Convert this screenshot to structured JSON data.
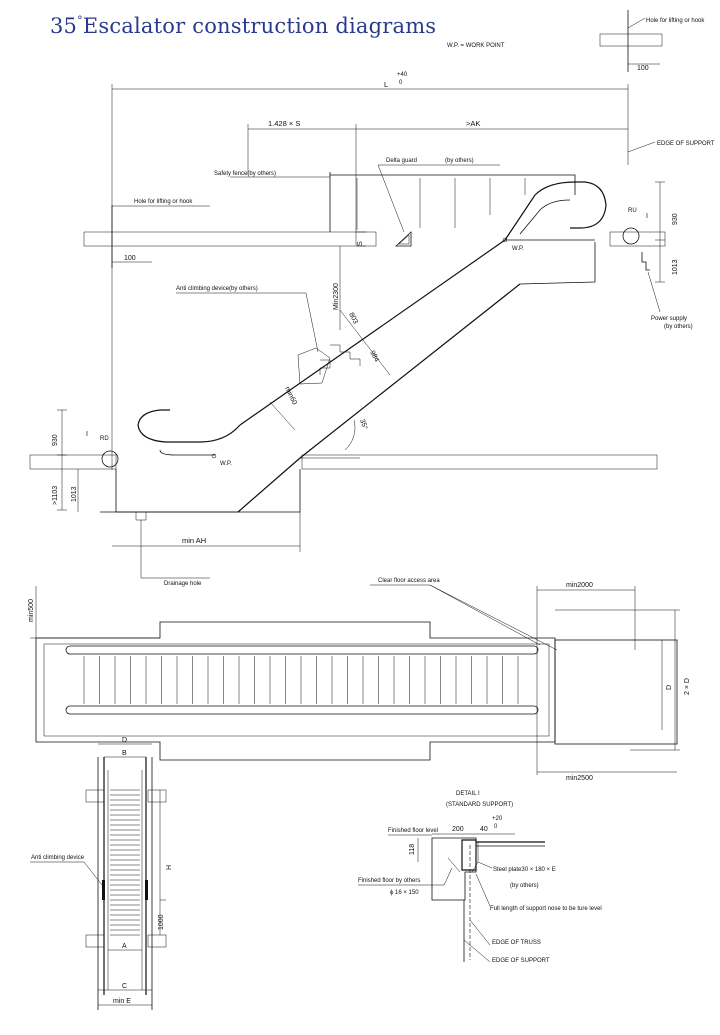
{
  "title": {
    "number": "35",
    "degree": "°",
    "text": "Escalator construction diagrams"
  },
  "legend": {
    "wp": "W.P. = WORK POINT"
  },
  "side_view": {
    "L": "L",
    "L_tol_plus": "+40",
    "L_tol_zero": "0",
    "s_factor": "1.428 × S",
    "ak": ">AK",
    "edge_support": "EDGE OF SUPPORT",
    "delta_guard": "Delta guard",
    "by_others": "(by others)",
    "safety_fence": "Safety fence(by others)",
    "hole_lifting_left": "Hole for lifting or hook",
    "hole_lifting_top": "Hole for lifting or hook",
    "dim_100_left": "100",
    "dim_100_top": "100",
    "s": "S",
    "min2300": "Min2300",
    "wp_upper": "W.P.",
    "wp_lower": "W.P.",
    "ru": "RU",
    "rd": "RD",
    "detail_mark_upper": "I",
    "detail_mark_lower": "I",
    "dim_930_upper": "930",
    "dim_1013_upper": "1013",
    "dim_930_lower": "930",
    "dim_1103_lower": ">1103",
    "dim_1013_lower": "1013",
    "anti_climbing": "Anti climbing device(by others)",
    "dim_803": "803",
    "dim_984": "984",
    "min60": "min60",
    "angle": "35°",
    "power_supply": "Power supply",
    "power_supply_2": "(by others)",
    "min_ah": "min AH",
    "drainage": "Drainage hole"
  },
  "plan_view": {
    "min500": "min500",
    "clear_floor": "Clear floor access area",
    "min2000": "min2000",
    "min2500": "min2500",
    "d": "D",
    "two_d": "2 × D"
  },
  "front_view": {
    "d": "D",
    "b": "B",
    "h": "H",
    "a": "A",
    "c": "C",
    "min_e": "min E",
    "dim_1000": "1000",
    "anti_climbing": "Anti climbing device"
  },
  "detail": {
    "title": "DETAIL I",
    "subtitle": "(STANDARD SUPPORT)",
    "finished_floor": "Finished floor level",
    "dim_200": "200",
    "dim_40": "40",
    "tol_plus": "+20",
    "tol_zero": "0",
    "dim_118": "118",
    "steel_plate": "Steel plate30 × 180 × E",
    "steel_by_others": "(by others)",
    "finished_by_others": "Finished floor by others",
    "rebar": "ϕ 16 × 150",
    "full_length": "Full length of support nose to be ture level",
    "edge_truss": "EDGE OF TRUSS",
    "edge_support": "EDGE OF SUPPORT"
  }
}
